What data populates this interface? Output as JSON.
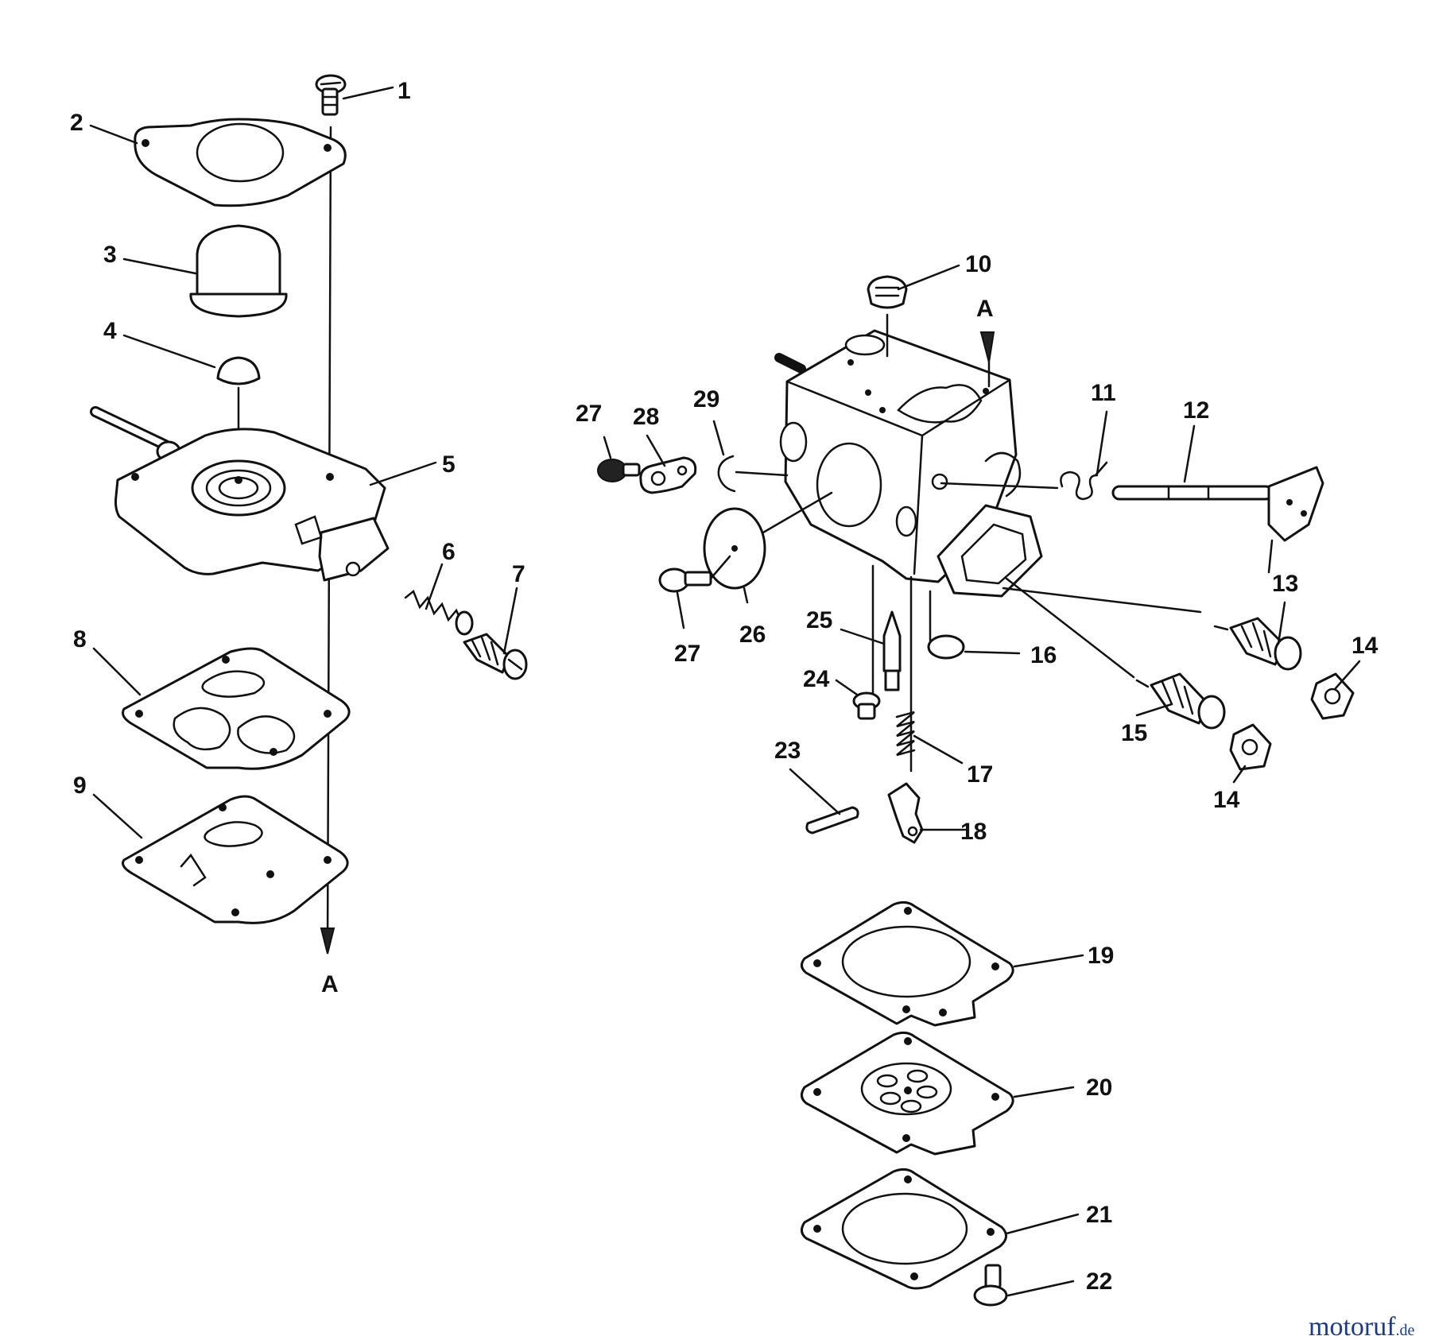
{
  "diagram": {
    "callouts": [
      {
        "id": "c1",
        "label": "1"
      },
      {
        "id": "c2",
        "label": "2"
      },
      {
        "id": "c3",
        "label": "3"
      },
      {
        "id": "c4",
        "label": "4"
      },
      {
        "id": "c5",
        "label": "5"
      },
      {
        "id": "c6",
        "label": "6"
      },
      {
        "id": "c7",
        "label": "7"
      },
      {
        "id": "c8",
        "label": "8"
      },
      {
        "id": "c9",
        "label": "9"
      },
      {
        "id": "c10",
        "label": "10"
      },
      {
        "id": "c11",
        "label": "11"
      },
      {
        "id": "c12",
        "label": "12"
      },
      {
        "id": "c13",
        "label": "13"
      },
      {
        "id": "c14a",
        "label": "14"
      },
      {
        "id": "c14b",
        "label": "14"
      },
      {
        "id": "c15",
        "label": "15"
      },
      {
        "id": "c16",
        "label": "16"
      },
      {
        "id": "c17",
        "label": "17"
      },
      {
        "id": "c18",
        "label": "18"
      },
      {
        "id": "c19",
        "label": "19"
      },
      {
        "id": "c20",
        "label": "20"
      },
      {
        "id": "c21",
        "label": "21"
      },
      {
        "id": "c22",
        "label": "22"
      },
      {
        "id": "c23",
        "label": "23"
      },
      {
        "id": "c24",
        "label": "24"
      },
      {
        "id": "c25",
        "label": "25"
      },
      {
        "id": "c26",
        "label": "26"
      },
      {
        "id": "c27a",
        "label": "27"
      },
      {
        "id": "c27b",
        "label": "27"
      },
      {
        "id": "c28",
        "label": "28"
      },
      {
        "id": "c29",
        "label": "29"
      }
    ],
    "reference_marks": [
      {
        "id": "ref-top",
        "label": "A"
      },
      {
        "id": "ref-bottom",
        "label": "A"
      }
    ]
  },
  "watermark": {
    "part1": "motoruf",
    "part2": ".de",
    "colors": {
      "primary": "#1a3a8a",
      "accent": "#e07a10"
    }
  }
}
